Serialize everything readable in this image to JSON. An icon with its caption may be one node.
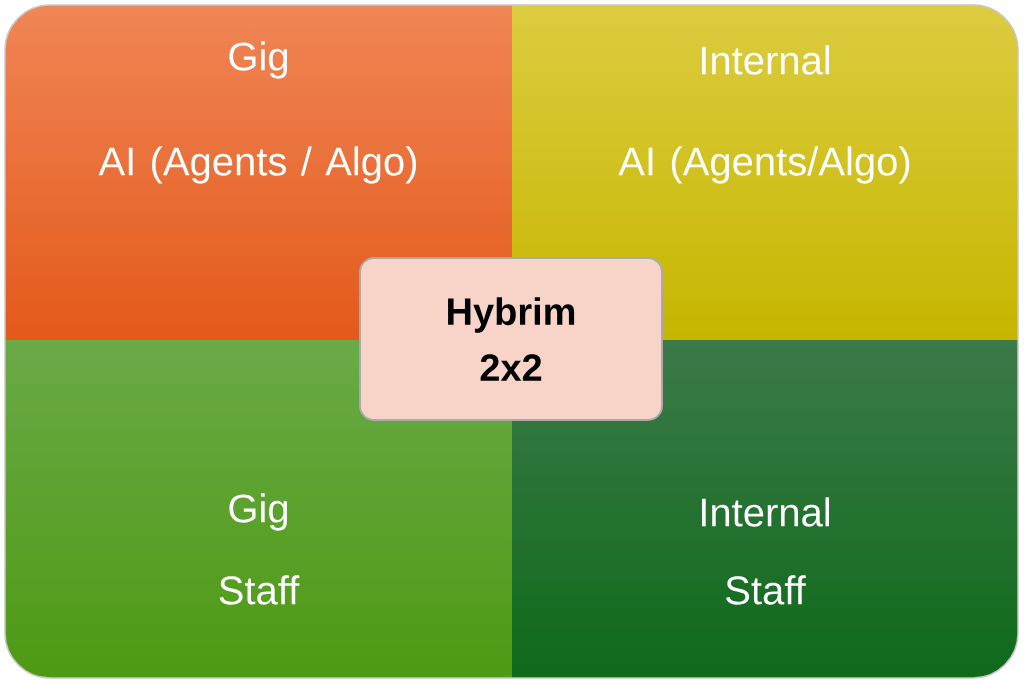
{
  "diagram": {
    "nodes": [
      {
        "text": [
          "Gig",
          "AI (Agents / Algo)"
        ]
      },
      {
        "text": [
          "Internal",
          "AI (Agents/Algo)"
        ]
      },
      {
        "text": [
          "Hybrim 2x2"
        ]
      },
      {
        "text": [
          "Gig",
          "Staff"
        ]
      },
      {
        "text": [
          "Internal",
          "Staff"
        ]
      }
    ]
  }
}
